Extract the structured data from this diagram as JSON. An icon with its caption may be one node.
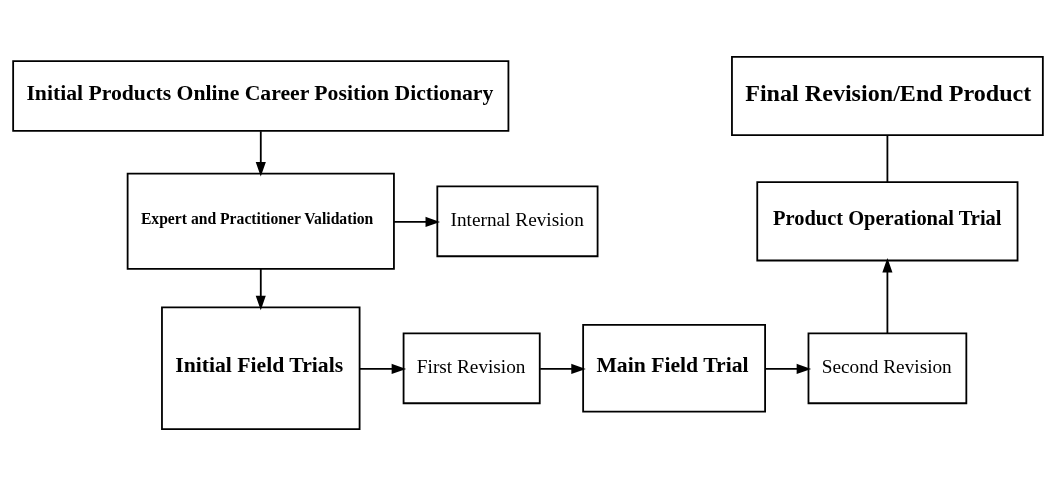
{
  "diagram": {
    "nodes": [
      {
        "text": [
          "Initial Products Online Career Position Dictionary"
        ]
      },
      {
        "text": [
          "Expert and Practitioner Validation"
        ]
      },
      {
        "text": [
          "Internal Revision"
        ]
      },
      {
        "text": [
          "Initial Field Trials"
        ]
      },
      {
        "text": [
          "First Revision"
        ]
      },
      {
        "text": [
          "Main Field Trial"
        ]
      },
      {
        "text": [
          "Second Revision"
        ]
      },
      {
        "text": [
          "Product Operational Trial"
        ]
      },
      {
        "text": [
          "Final Revision/End Product"
        ]
      }
    ],
    "edges": [
      {
        "from": 0,
        "to": 1,
        "arrow": "to"
      },
      {
        "from": 1,
        "to": 2,
        "arrow": "to"
      },
      {
        "from": 1,
        "to": 3,
        "arrow": "to"
      },
      {
        "from": 3,
        "to": 4,
        "arrow": "to"
      },
      {
        "from": 4,
        "to": 5,
        "arrow": "to"
      },
      {
        "from": 5,
        "to": 6,
        "arrow": "to"
      },
      {
        "from": 6,
        "to": 7,
        "arrow": "to"
      },
      {
        "from": 7,
        "to": 8,
        "arrow": "none"
      }
    ]
  }
}
